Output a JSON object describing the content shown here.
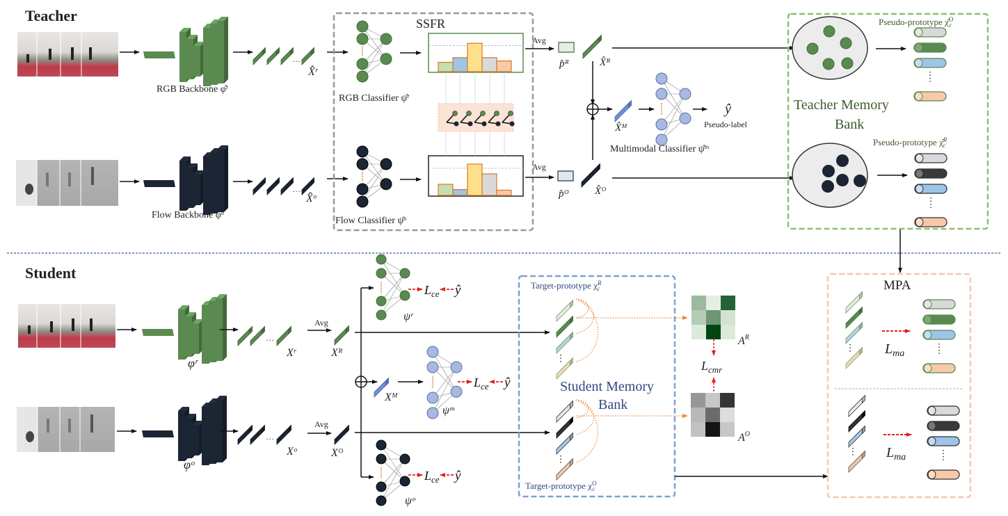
{
  "colors": {
    "rgb_green": "#5a8a4f",
    "rgb_green_dark": "#3f6b36",
    "flow_dark": "#1c2533",
    "flow_dark_2": "#2b3645",
    "multimodal_blue": "#a9b8e0",
    "multimodal_blue_stroke": "#5c6fa6",
    "xm_blue": "#6f8fd6",
    "loss_red": "#e02020",
    "orange_dotted": "#e8873a",
    "ssfr_gray": "#999999",
    "teacher_bank_green": "#8fc06a",
    "student_bank_blue": "#7ea0d4",
    "mpa_peach": "#f3c9b3",
    "divider_blue": "#5577aa",
    "hist_green": "#c5e0b0",
    "hist_blue": "#9ec4e8",
    "hist_yellow": "#ffe08a",
    "hist_gray": "#d9d9d9",
    "hist_peach": "#f8c9a8",
    "hist_stroke": "#d9772b",
    "bank_fill": "#ececec",
    "memory_bank_text": "#3d5a2c",
    "student_bank_text": "#2f4a80"
  },
  "sections": {
    "teacher": "Teacher",
    "student": "Student"
  },
  "teacher": {
    "rgb_backbone_label": "RGB Backbone φ̂ʳ",
    "flow_backbone_label": "Flow Backbone φ̂ᵒ",
    "rgb_feature_label": "X̂ʳ",
    "flow_feature_label": "X̂ᵒ",
    "ssfr_title": "SSFR",
    "rgb_classifier_label": "RGB Classifier ψ̂ʳ",
    "flow_classifier_label": "Flow Classifier ψ̂ᵒ",
    "avg_label": "Avg",
    "p_rgb_label": "p̂ᴿ",
    "p_flow_label": "p̂ᴼ",
    "xR_label": "X̂ᴿ",
    "xO_label": "X̂ᴼ",
    "xM_label": "X̂ᴹ",
    "multimodal_classifier_label": "Multimodal Classifier ψ̂ᵐ",
    "pseudo_label_symbol": "ŷ",
    "pseudo_label_text": "Pseudo-label",
    "memory_bank_label_line1": "Teacher Memory",
    "memory_bank_label_line2": "Bank",
    "pseudo_prototype_top": "Pseudo-prototype χ̂",
    "pseudo_prototype_top_sup": "O",
    "pseudo_prototype_top_sub": "c",
    "pseudo_prototype_bottom": "Pseudo-prototype χ̂",
    "pseudo_prototype_bottom_sup": "R",
    "pseudo_prototype_bottom_sub": "c",
    "rgb_histogram": [
      0.28,
      0.42,
      0.85,
      0.42,
      0.32
    ],
    "flow_histogram": [
      0.32,
      0.17,
      0.9,
      0.62,
      0.15
    ]
  },
  "student": {
    "rgb_backbone_label": "φʳ",
    "flow_backbone_label": "φᵒ",
    "rgb_feature_label": "Xʳ",
    "flow_feature_label": "Xᵒ",
    "avg_label": "Avg",
    "xR_label": "Xᴿ",
    "xO_label": "Xᴼ",
    "xM_label": "Xᴹ",
    "psi_r_label": "ψʳ",
    "psi_m_label": "ψᵐ",
    "psi_o_label": "ψᵒ",
    "lce": "L",
    "lce_sub": "ce",
    "y_hat": "ŷ",
    "memory_bank_label_line1": "Student Memory",
    "memory_bank_label_line2": "Bank",
    "target_prototype_top": "Target-prototype χ",
    "target_prototype_top_sup": "R",
    "target_prototype_top_sub": "c",
    "target_prototype_bottom": "Target-prototype χ",
    "target_prototype_bottom_sup": "O",
    "target_prototype_bottom_sub": "c",
    "ar_label": "A",
    "ar_sup": "R",
    "ao_label": "A",
    "ao_sup": "O",
    "lcmr": "L",
    "lcmr_sub": "cmr",
    "ar_matrix": [
      [
        0.35,
        0.05,
        0.85
      ],
      [
        0.25,
        0.55,
        0.12
      ],
      [
        0.08,
        1.0,
        0.08
      ]
    ],
    "ao_matrix": [
      [
        0.4,
        0.18,
        0.85
      ],
      [
        0.25,
        0.6,
        0.08
      ],
      [
        0.2,
        1.0,
        0.18
      ]
    ]
  },
  "mpa": {
    "title": "MPA",
    "lma": "L",
    "lma_sub": "ma"
  }
}
